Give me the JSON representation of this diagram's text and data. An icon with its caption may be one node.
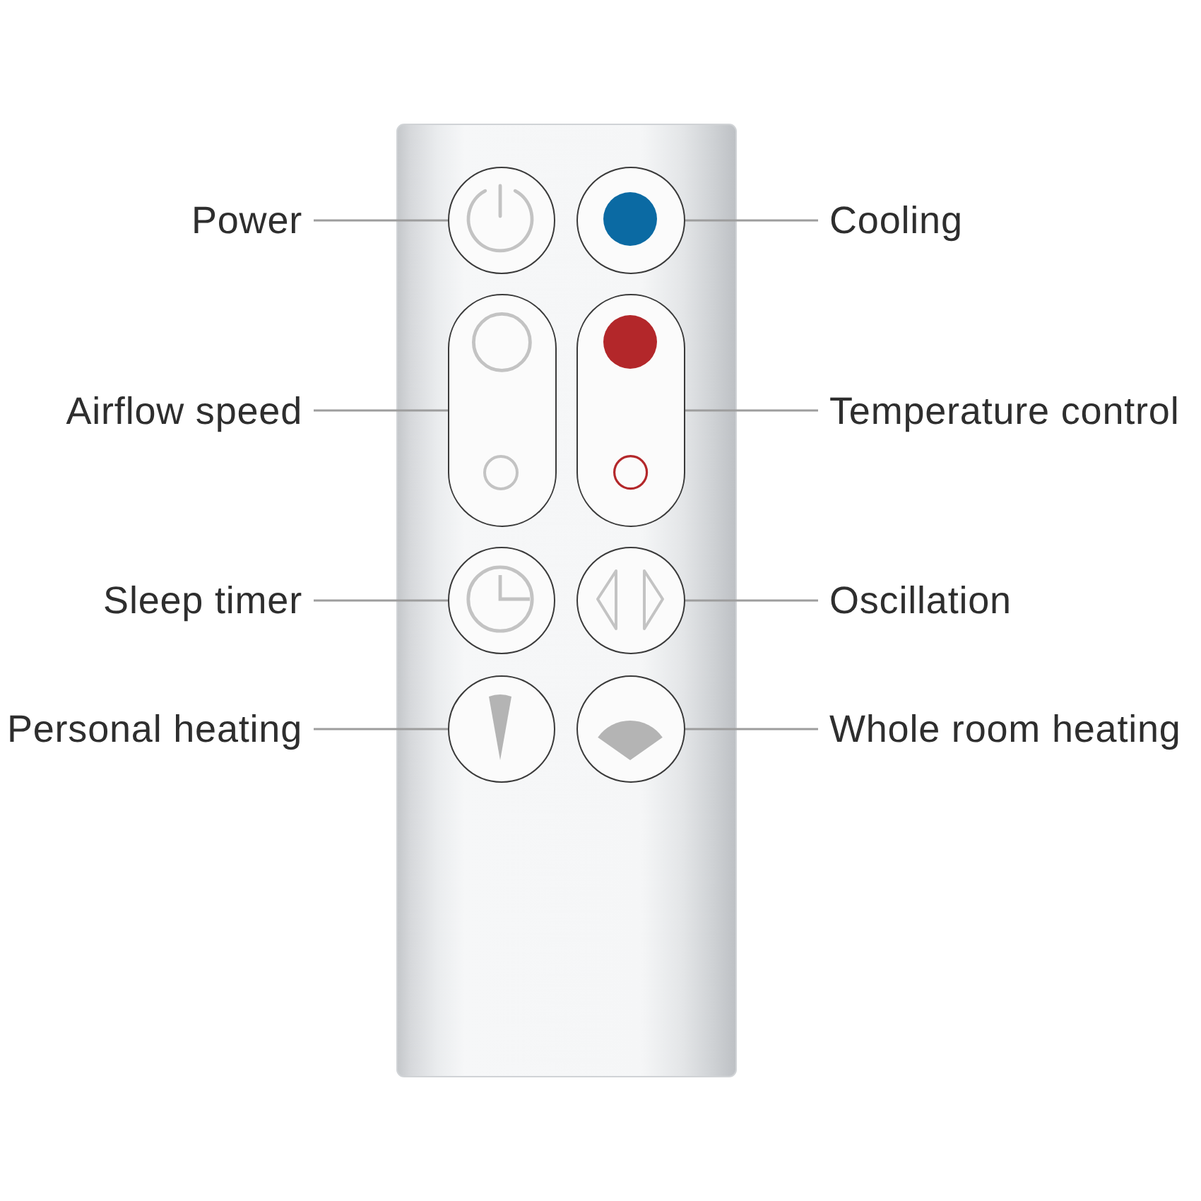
{
  "diagram": {
    "nodes": [
      {
        "text": [
          "Power"
        ]
      },
      {
        "text": [],
        "shape": "circle"
      },
      {
        "text": [],
        "shape": "circle"
      },
      {
        "text": [
          "Cooling"
        ]
      },
      {
        "text": [
          "Airflow speed"
        ]
      },
      {
        "text": [],
        "shape": "pill"
      },
      {
        "text": [],
        "shape": "pill"
      },
      {
        "text": [
          "Temperature control"
        ]
      },
      {
        "text": [
          "Sleep timer"
        ]
      },
      {
        "text": [],
        "shape": "circle"
      },
      {
        "text": [],
        "shape": "circle"
      },
      {
        "text": [
          "Oscillation"
        ]
      },
      {
        "text": [
          "Personal heating"
        ]
      },
      {
        "text": [],
        "shape": "circle"
      },
      {
        "text": [],
        "shape": "circle"
      },
      {
        "text": [
          "Whole room heating"
        ]
      }
    ],
    "edges": [
      {
        "from": 0,
        "to": 1,
        "arrow": "none"
      },
      {
        "from": 3,
        "to": 2,
        "arrow": "none"
      },
      {
        "from": 4,
        "to": 5,
        "arrow": "none"
      },
      {
        "from": 7,
        "to": 6,
        "arrow": "none"
      },
      {
        "from": 8,
        "to": 9,
        "arrow": "none"
      },
      {
        "from": 11,
        "to": 10,
        "arrow": "none"
      },
      {
        "from": 12,
        "to": 13,
        "arrow": "none"
      },
      {
        "from": 15,
        "to": 14,
        "arrow": "none"
      }
    ]
  }
}
